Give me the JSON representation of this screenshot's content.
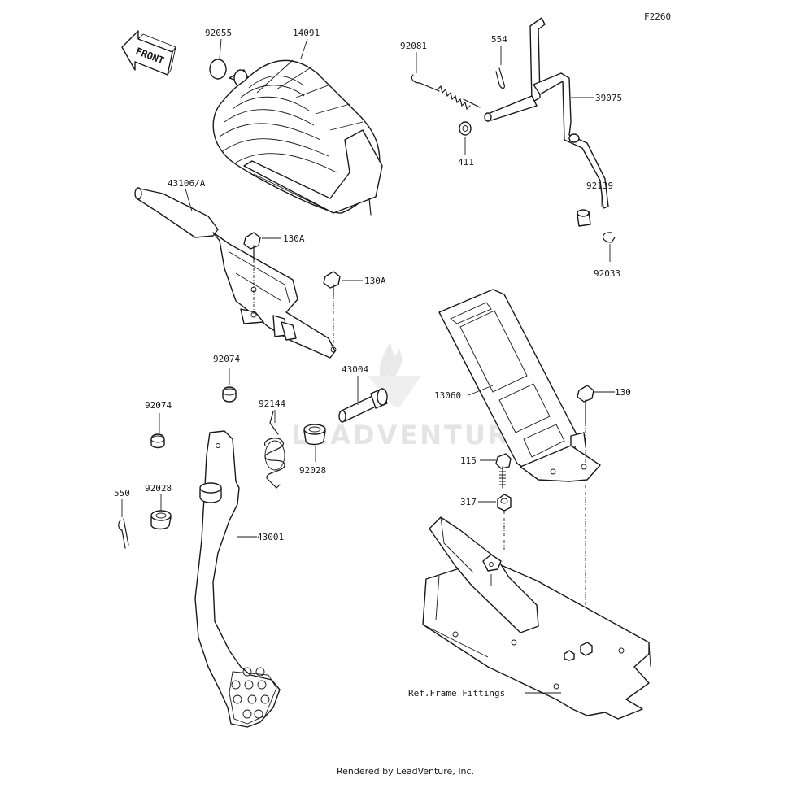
{
  "diagram_id": "F2260",
  "direction_label": "FRONT",
  "watermark": "LEADVENTURE",
  "footer": "Rendered by LeadVenture, Inc.",
  "parts": {
    "p92055": "92055",
    "p14091": "14091",
    "p92081": "92081",
    "p554": "554",
    "p39075": "39075",
    "p411": "411",
    "p43106A": "43106/A",
    "p130A_1": "130A",
    "p130A_2": "130A",
    "p92139": "92139",
    "p92033": "92033",
    "p92074_1": "92074",
    "p43004": "43004",
    "p92074_2": "92074",
    "p92144": "92144",
    "p13060": "13060",
    "p130": "130",
    "p92028_1": "92028",
    "p92028_2": "92028",
    "p550": "550",
    "p115": "115",
    "p317": "317",
    "p43001": "43001",
    "ref_frame": "Ref.Frame Fittings"
  }
}
